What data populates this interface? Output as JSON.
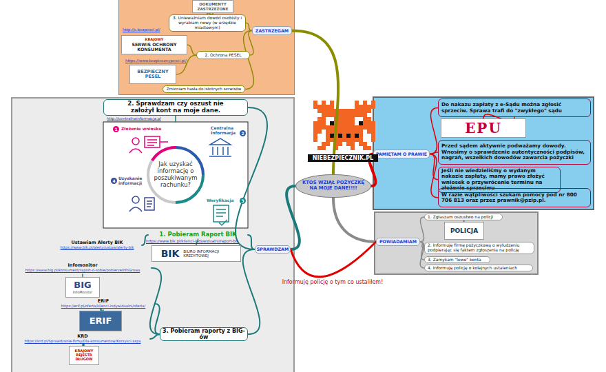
{
  "diagram": {
    "nodes": [
      {
        "text": [
          "KTOŚ WZIĄŁ POŻYCZKĘ NA MOJE DANE!!!!"
        ]
      },
      {
        "text": [
          "ZASTRZEGAM"
        ]
      },
      {
        "text": [
          "DOKUMENTY ZASTRZEŻONE"
        ]
      },
      {
        "text": [
          "3. Unieważniam dowód osobisty i wyrabiam nowy (w urzędzie miastowym)"
        ]
      },
      {
        "text": [
          "KRAJOWY",
          "SERWIS OCHRONY KONSUMENTA"
        ]
      },
      {
        "text": [
          "2. Ochrona PESEL"
        ]
      },
      {
        "text": [
          "BEZPIECZNY PESEL"
        ]
      },
      {
        "text": [
          "Zmieniam hasła do istotnych serwisów"
        ]
      },
      {
        "text": [
          "SPRAWDZAM"
        ]
      },
      {
        "text": [
          "2. Sprawdzam czy oszust nie założył kont na moje dane."
        ]
      },
      {
        "text": [
          "Jak uzyskać informację o poszukiwanym rachunku?"
        ]
      },
      {
        "text": [
          "1. Pobieram Raport BIK"
        ]
      },
      {
        "text": [
          "BIK",
          "BIURO INFORMACJI KREDYTOWEJ"
        ]
      },
      {
        "text": [
          "Ustawiam Alerty BIK",
          "https://www.bik.pl/alerty/ustaw/alerty-bik"
        ]
      },
      {
        "text": [
          "Infomonitor",
          "https://www.big.pl/konsument/raport-o-sobie/pobierzeInfoGrowa"
        ]
      },
      {
        "text": [
          "BIG",
          "InfoMonitor"
        ]
      },
      {
        "text": [
          "ERIF",
          "https://erif.pl/oferta/klienci-indywidualni/oferta/"
        ]
      },
      {
        "text": [
          "ERIF"
        ]
      },
      {
        "text": [
          "KRD",
          "https://krd.pl/Sprawdzanie-firmy/Dla-konsumentow/Korzysci.aspx"
        ]
      },
      {
        "text": [
          "KRAJOWY REJESTR DŁUGÓW"
        ]
      },
      {
        "text": [
          "3. Pobieram raporty z BIG-ów"
        ]
      },
      {
        "text": [
          "PAMIĘTAM O PRAWIE"
        ]
      },
      {
        "text": [
          "Do nakazu zapłaty z e-Sądu można zgłosić sprzeciw. Sprawa trafi do \"zwykłego\" sądu"
        ]
      },
      {
        "text": [
          "EPU"
        ]
      },
      {
        "text": [
          "Przed sądem aktywnie podważamy dowody. Wnosimy o sprawdzenie autentyczności podpisów, nagrań, wszelkich dowodów zawarcia pożyczki"
        ]
      },
      {
        "text": [
          "Jeśli nie wiedzieliśmy o wydanym nakazie zapłaty, mamy prawo złożyć wniosek o przywrócenie terminu na złożenie sprzeciwu"
        ]
      },
      {
        "text": [
          "W razie wątpliwości szukam pomocy pod nr 800 706 813 oraz przez prawnik@pzip.pl."
        ]
      },
      {
        "text": [
          "POWIADAMIAM"
        ]
      },
      {
        "text": [
          "1. Zgłaszam oszustwo na policji"
        ]
      },
      {
        "text": [
          "POLICJA"
        ]
      },
      {
        "text": [
          "2. Informuję firmę pożyczkową o wyłudzeniu podpierając się faktem zgłoszenia na policję"
        ]
      },
      {
        "text": [
          "3. Zamykam \"lewe\" konta"
        ]
      },
      {
        "text": [
          "4. Informuję policję o kolejnych ustaleniach"
        ]
      }
    ],
    "edges": [
      {
        "from": 0,
        "to": 1,
        "arrow": "none"
      },
      {
        "from": 0,
        "to": 8,
        "arrow": "none"
      },
      {
        "from": 0,
        "to": 21,
        "arrow": "none"
      },
      {
        "from": 0,
        "to": 27,
        "arrow": "none"
      },
      {
        "from": 1,
        "to": 3,
        "arrow": "none"
      },
      {
        "from": 1,
        "to": 5,
        "arrow": "none"
      },
      {
        "from": 1,
        "to": 7,
        "arrow": "none"
      },
      {
        "from": 3,
        "to": 2,
        "arrow": "none"
      },
      {
        "from": 5,
        "to": 4,
        "arrow": "none"
      },
      {
        "from": 5,
        "to": 6,
        "arrow": "none"
      },
      {
        "from": 8,
        "to": 9,
        "arrow": "none"
      },
      {
        "from": 8,
        "to": 11,
        "arrow": "none"
      },
      {
        "from": 8,
        "to": 20,
        "arrow": "none"
      },
      {
        "from": 8,
        "to": 27,
        "label": "Informuję policję o tym co ustaliłem!",
        "arrow": "none"
      },
      {
        "from": 9,
        "to": 10,
        "arrow": "none"
      },
      {
        "from": 11,
        "to": 12,
        "arrow": "none"
      },
      {
        "from": 11,
        "to": 13,
        "arrow": "none"
      },
      {
        "from": 20,
        "to": 14,
        "arrow": "none"
      },
      {
        "from": 14,
        "to": 15,
        "arrow": "none"
      },
      {
        "from": 20,
        "to": 16,
        "arrow": "none"
      },
      {
        "from": 16,
        "to": 17,
        "arrow": "none"
      },
      {
        "from": 20,
        "to": 18,
        "arrow": "none"
      },
      {
        "from": 18,
        "to": 19,
        "arrow": "none"
      },
      {
        "from": 21,
        "to": 22,
        "arrow": "none"
      },
      {
        "from": 22,
        "to": 23,
        "arrow": "none"
      },
      {
        "from": 21,
        "to": 24,
        "arrow": "none"
      },
      {
        "from": 21,
        "to": 25,
        "arrow": "none"
      },
      {
        "from": 21,
        "to": 26,
        "arrow": "none"
      },
      {
        "from": 27,
        "to": 28,
        "arrow": "none"
      },
      {
        "from": 28,
        "to": 29,
        "arrow": "none"
      },
      {
        "from": 27,
        "to": 30,
        "arrow": "none"
      },
      {
        "from": 27,
        "to": 31,
        "arrow": "none"
      },
      {
        "from": 27,
        "to": 32,
        "arrow": "none"
      }
    ],
    "labels": [
      "NIEBEZPIECZNIK.PL",
      "http://c.bezpesel.pl/",
      "https://www.bezpiecznypesel.pl/",
      "http://centralnainformacja.pl",
      "1",
      "Złożenie wniosku",
      "2",
      "Centralna Informacja",
      "3",
      "Weryfikacja",
      "4",
      "Uzyskanie informacji",
      "https://www.bik.pl/klienci-indywidualni/raport-bik"
    ]
  }
}
